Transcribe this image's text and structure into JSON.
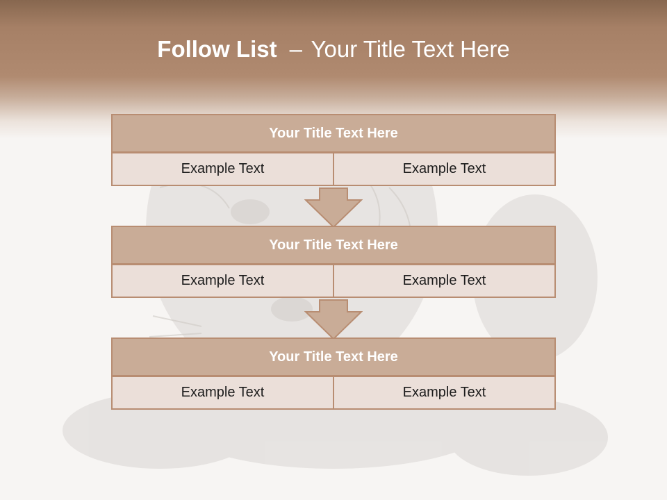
{
  "slide": {
    "title_bold": "Follow List",
    "title_separator": "–",
    "title_rest": "Your Title Text Here"
  },
  "blocks": [
    {
      "heading": "Your Title Text Here",
      "left_text": "Example Text",
      "right_text": "Example Text"
    },
    {
      "heading": "Your Title Text Here",
      "left_text": "Example Text",
      "right_text": "Example Text"
    },
    {
      "heading": "Your Title Text Here",
      "left_text": "Example Text",
      "right_text": "Example Text"
    }
  ],
  "colors": {
    "header_band": "#a68066",
    "block_heading_fill": "#c9ac97",
    "block_cell_fill": "#ebdfd9",
    "block_border": "#b88d72",
    "arrow_fill": "#c9ac97"
  }
}
